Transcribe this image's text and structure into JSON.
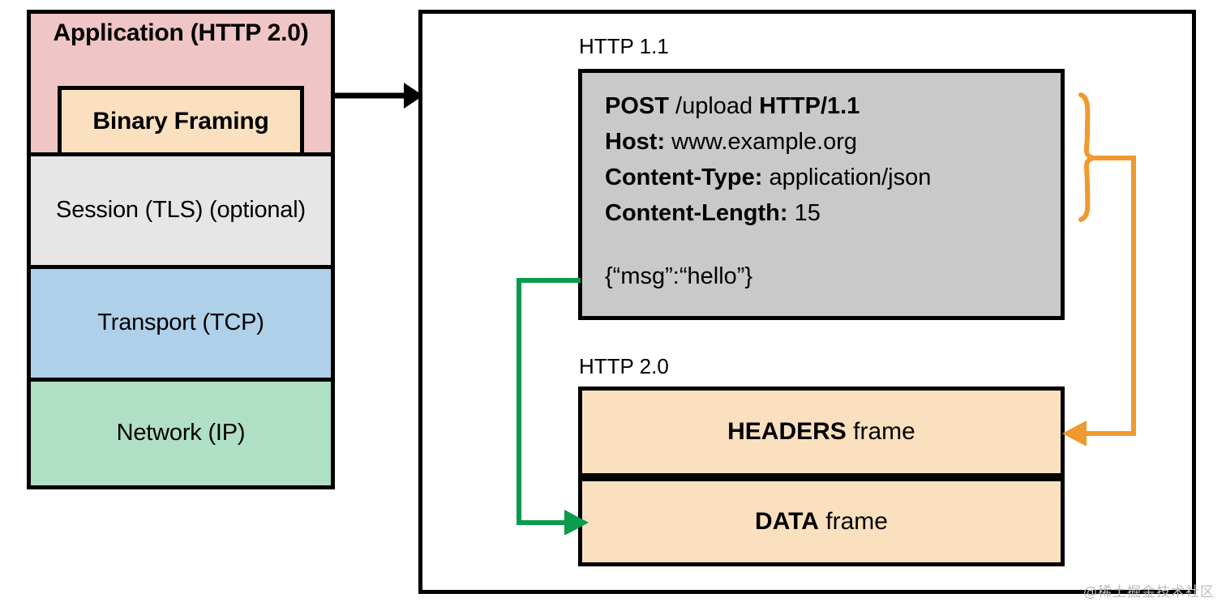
{
  "stack": {
    "layers": [
      {
        "label": "Application (HTTP 2.0)",
        "color": "#EFC5C5"
      },
      {
        "label": "Session (TLS) (optional)",
        "color": "#E6E6E6"
      },
      {
        "label": "Transport (TCP)",
        "color": "#AED0E8"
      },
      {
        "label": "Network (IP)",
        "color": "#AFDFC4"
      }
    ],
    "binary_framing_label": "Binary Framing"
  },
  "panel": {
    "http11": {
      "caption": "HTTP 1.1",
      "request_line": {
        "method": "POST",
        "path": "/upload",
        "version": "HTTP/1.1"
      },
      "headers": [
        {
          "name": "Host:",
          "value": "www.example.org"
        },
        {
          "name": "Content-Type:",
          "value": "application/json"
        },
        {
          "name": "Content-Length:",
          "value": "15"
        }
      ],
      "body": "{“msg”:“hello”}"
    },
    "http20": {
      "caption": "HTTP 2.0",
      "frames": [
        {
          "name": "HEADERS",
          "suffix": "frame"
        },
        {
          "name": "DATA",
          "suffix": "frame"
        }
      ]
    }
  },
  "connectors": {
    "stack_to_panel_color": "#000000",
    "headers_to_frame_color": "#F0992E",
    "body_to_frame_color": "#0B9B4E"
  },
  "watermark": "@稀土掘金技术社区"
}
